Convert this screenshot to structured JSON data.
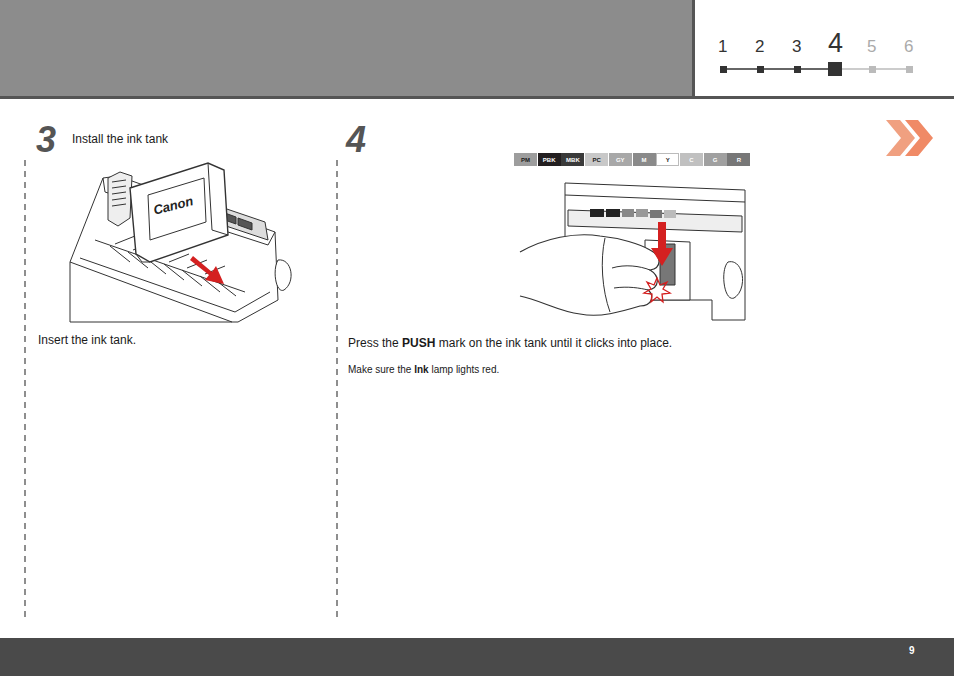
{
  "diagram": {
    "nodes": [
      {
        "text": [
          "PM"
        ]
      },
      {
        "text": [
          "PBK"
        ]
      },
      {
        "text": [
          "MBK"
        ]
      },
      {
        "text": [
          "PC"
        ]
      },
      {
        "text": [
          "GY"
        ]
      },
      {
        "text": [
          "M"
        ]
      },
      {
        "text": [
          "Y"
        ]
      },
      {
        "text": [
          "C"
        ]
      },
      {
        "text": [
          "G"
        ]
      },
      {
        "text": [
          "R"
        ]
      }
    ],
    "labels": [
      "1",
      "2",
      "3",
      "4",
      "5",
      "6",
      "3",
      "Install the ink tank",
      "4",
      "Canon",
      "Insert the ink tank.",
      "Press the",
      "PUSH",
      "mark on the ink tank until it clicks into place.",
      "Make sure the",
      "Ink",
      "lamp lights red.",
      "9"
    ]
  }
}
